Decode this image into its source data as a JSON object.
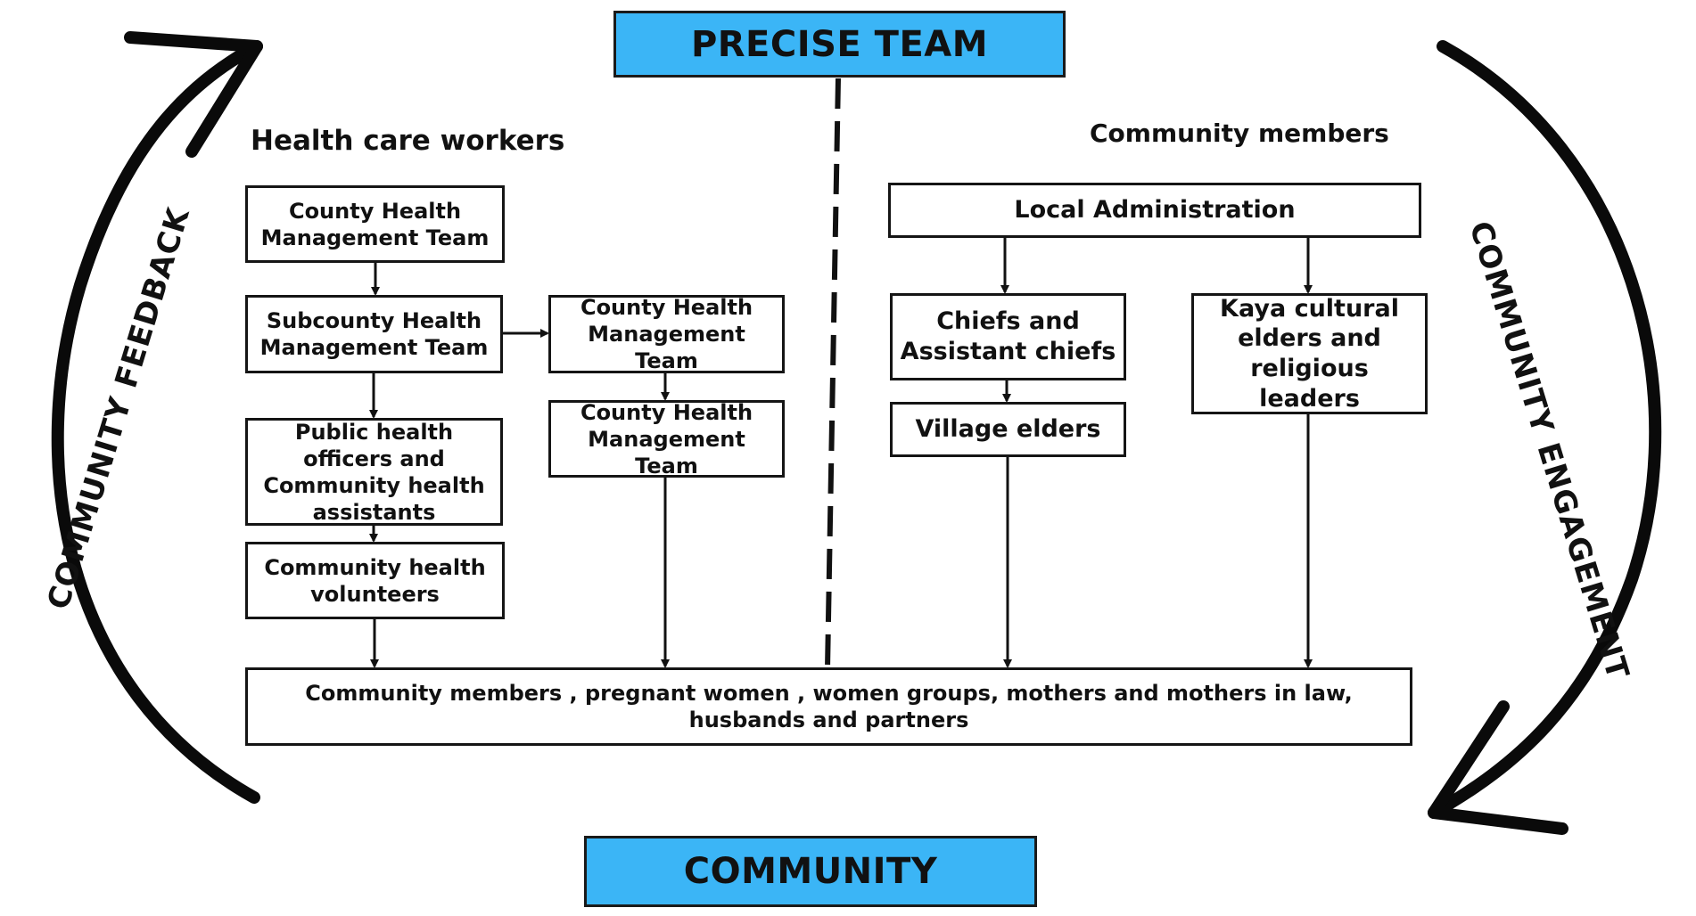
{
  "top_box": {
    "label": "PRECISE TEAM"
  },
  "bottom_box": {
    "label": "COMMUNITY"
  },
  "left_cycle_label": "COMMUNITY FEEDBACK",
  "right_cycle_label": "COMMUNITY ENGAGEMENT",
  "left_group": {
    "heading": "Health care workers",
    "nodes": {
      "county_team": "County Health Management Team",
      "subcounty_team": "Subcounty Health Management Team",
      "public_health": "Public health officers and Community health assistants",
      "chv": "Community health volunteers",
      "county_team_2": "County Health Management Team",
      "county_team_3": "County Health Management Team"
    }
  },
  "right_group": {
    "heading": "Community members",
    "nodes": {
      "local_admin": "Local Administration",
      "chiefs": "Chiefs and Assistant chiefs",
      "village_elders": "Village elders",
      "kaya": "Kaya cultural elders and religious leaders"
    }
  },
  "community_box": {
    "label": "Community members , pregnant women , women groups,  mothers and mothers in law, husbands and partners"
  },
  "colors": {
    "highlight": "#3bb5f6",
    "stroke": "#111111"
  }
}
